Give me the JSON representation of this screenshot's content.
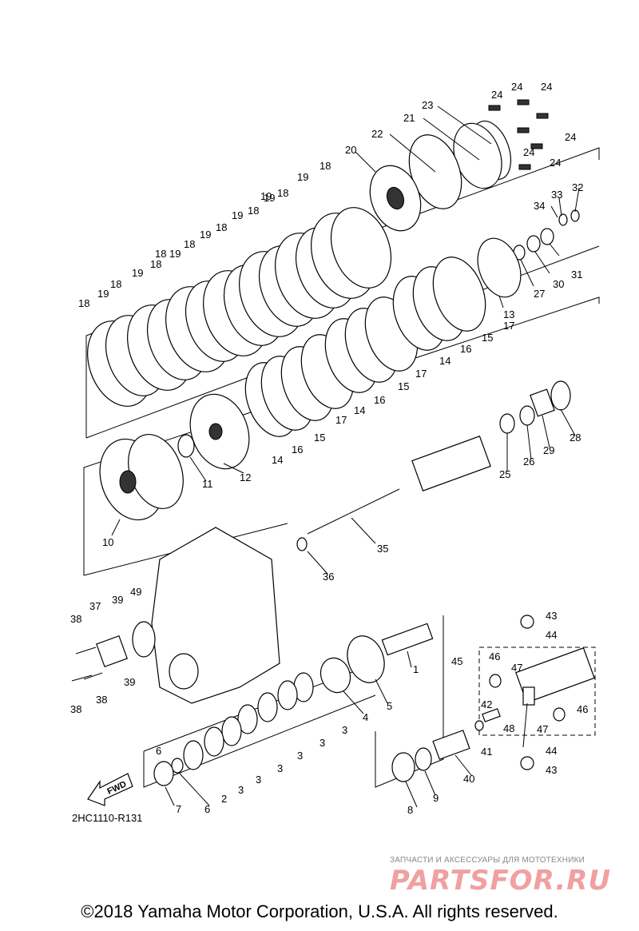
{
  "diagram_code": "2HC1110-R131",
  "watermark": {
    "subtitle": "ЗАПЧАСТИ И АКСЕССУАРЫ ДЛЯ МОТОТЕХНИКИ",
    "logo": "PARTSFOR.RU"
  },
  "copyright": "©2018 Yamaha Motor Corporation, U.S.A. All rights reserved.",
  "fwd_label": "FWD",
  "callouts": [
    {
      "id": "c24a",
      "text": "24"
    },
    {
      "id": "c24b",
      "text": "24"
    },
    {
      "id": "c24c",
      "text": "24"
    },
    {
      "id": "c24d",
      "text": "24"
    },
    {
      "id": "c24e",
      "text": "24"
    },
    {
      "id": "c24f",
      "text": "24"
    },
    {
      "id": "c23",
      "text": "23"
    },
    {
      "id": "c21",
      "text": "21"
    },
    {
      "id": "c22",
      "text": "22"
    },
    {
      "id": "c20",
      "text": "20"
    },
    {
      "id": "c33",
      "text": "33"
    },
    {
      "id": "c32",
      "text": "32"
    },
    {
      "id": "c34",
      "text": "34"
    },
    {
      "id": "c31",
      "text": "31"
    },
    {
      "id": "c30",
      "text": "30"
    },
    {
      "id": "c27",
      "text": "27"
    },
    {
      "id": "c13",
      "text": "13"
    },
    {
      "id": "c18a",
      "text": "18"
    },
    {
      "id": "c18b",
      "text": "18"
    },
    {
      "id": "c18c",
      "text": "18"
    },
    {
      "id": "c18d",
      "text": "18"
    },
    {
      "id": "c18e",
      "text": "18"
    },
    {
      "id": "c18f",
      "text": "18"
    },
    {
      "id": "c18g",
      "text": "18"
    },
    {
      "id": "c18h",
      "text": "18"
    },
    {
      "id": "c18i",
      "text": "18"
    },
    {
      "id": "c19a",
      "text": "19"
    },
    {
      "id": "c19b",
      "text": "19"
    },
    {
      "id": "c19c",
      "text": "19"
    },
    {
      "id": "c19d",
      "text": "19"
    },
    {
      "id": "c19e",
      "text": "19"
    },
    {
      "id": "c19f",
      "text": "19"
    },
    {
      "id": "c19g",
      "text": "19"
    },
    {
      "id": "c19h",
      "text": "19"
    },
    {
      "id": "c17a",
      "text": "17"
    },
    {
      "id": "c17b",
      "text": "17"
    },
    {
      "id": "c17c",
      "text": "17"
    },
    {
      "id": "c15a",
      "text": "15"
    },
    {
      "id": "c15b",
      "text": "15"
    },
    {
      "id": "c15c",
      "text": "15"
    },
    {
      "id": "c16a",
      "text": "16"
    },
    {
      "id": "c16b",
      "text": "16"
    },
    {
      "id": "c16c",
      "text": "16"
    },
    {
      "id": "c14a",
      "text": "14"
    },
    {
      "id": "c14b",
      "text": "14"
    },
    {
      "id": "c14c",
      "text": "14"
    },
    {
      "id": "c28",
      "text": "28"
    },
    {
      "id": "c29",
      "text": "29"
    },
    {
      "id": "c26",
      "text": "26"
    },
    {
      "id": "c25",
      "text": "25"
    },
    {
      "id": "c12",
      "text": "12"
    },
    {
      "id": "c11",
      "text": "11"
    },
    {
      "id": "c10",
      "text": "10"
    },
    {
      "id": "c35",
      "text": "35"
    },
    {
      "id": "c36",
      "text": "36"
    },
    {
      "id": "c37",
      "text": "37"
    },
    {
      "id": "c39a",
      "text": "39"
    },
    {
      "id": "c49",
      "text": "49"
    },
    {
      "id": "c38a",
      "text": "38"
    },
    {
      "id": "c39b",
      "text": "39"
    },
    {
      "id": "c38b",
      "text": "38"
    },
    {
      "id": "c38c",
      "text": "38"
    },
    {
      "id": "c1",
      "text": "1"
    },
    {
      "id": "c5",
      "text": "5"
    },
    {
      "id": "c4",
      "text": "4"
    },
    {
      "id": "c3a",
      "text": "3"
    },
    {
      "id": "c3b",
      "text": "3"
    },
    {
      "id": "c3c",
      "text": "3"
    },
    {
      "id": "c3d",
      "text": "3"
    },
    {
      "id": "c3e",
      "text": "3"
    },
    {
      "id": "c3f",
      "text": "3"
    },
    {
      "id": "c2",
      "text": "2"
    },
    {
      "id": "c6a",
      "text": "6"
    },
    {
      "id": "c6b",
      "text": "6"
    },
    {
      "id": "c7",
      "text": "7"
    },
    {
      "id": "c43a",
      "text": "43"
    },
    {
      "id": "c44a",
      "text": "44"
    },
    {
      "id": "c45",
      "text": "45"
    },
    {
      "id": "c46a",
      "text": "46"
    },
    {
      "id": "c47a",
      "text": "47"
    },
    {
      "id": "c42",
      "text": "42"
    },
    {
      "id": "c46b",
      "text": "46"
    },
    {
      "id": "c48",
      "text": "48"
    },
    {
      "id": "c47b",
      "text": "47"
    },
    {
      "id": "c41",
      "text": "41"
    },
    {
      "id": "c44b",
      "text": "44"
    },
    {
      "id": "c43b",
      "text": "43"
    },
    {
      "id": "c40",
      "text": "40"
    },
    {
      "id": "c9",
      "text": "9"
    },
    {
      "id": "c8",
      "text": "8"
    }
  ]
}
